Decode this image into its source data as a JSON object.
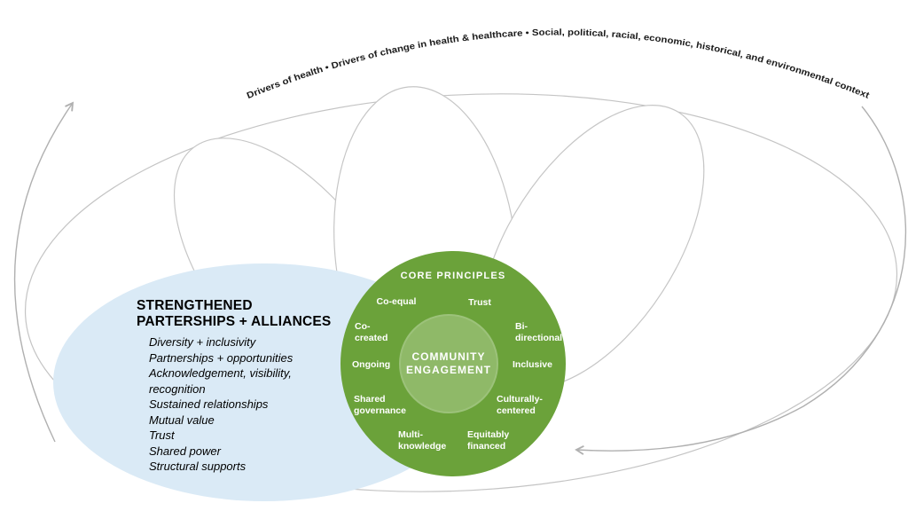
{
  "arc_text": "Drivers of health  •  Drivers of change in health & healthcare  •  Social, political, racial, economic, historical, and environmental context",
  "strengthened_panel": {
    "title_line1": "STRENGTHENED",
    "title_line2": "PARTERSHIPS + ALLIANCES",
    "items": [
      "Diversity + inclusivity",
      "Partnerships + opportunities",
      "Acknowledgement, visibility, recognition",
      "Sustained relationships",
      "Mutual value",
      "Trust",
      "Shared power",
      "Structural supports"
    ]
  },
  "core_circle": {
    "title": "CORE PRINCIPLES",
    "center": "COMMUNITY\nENGAGEMENT",
    "principles": [
      "Co-equal",
      "Trust",
      "Co-\ncreated",
      "Bi-\ndirectional",
      "Ongoing",
      "Inclusive",
      "Shared\ngovernance",
      "Culturally-\ncentered",
      "Multi-\nknowledge",
      "Equitably\nfinanced"
    ]
  },
  "colors": {
    "core_green": "#6ba23a",
    "inner_green": "#8fb968",
    "panel_blue": "#daeaf6",
    "line_gray": "#b9b9b9"
  }
}
